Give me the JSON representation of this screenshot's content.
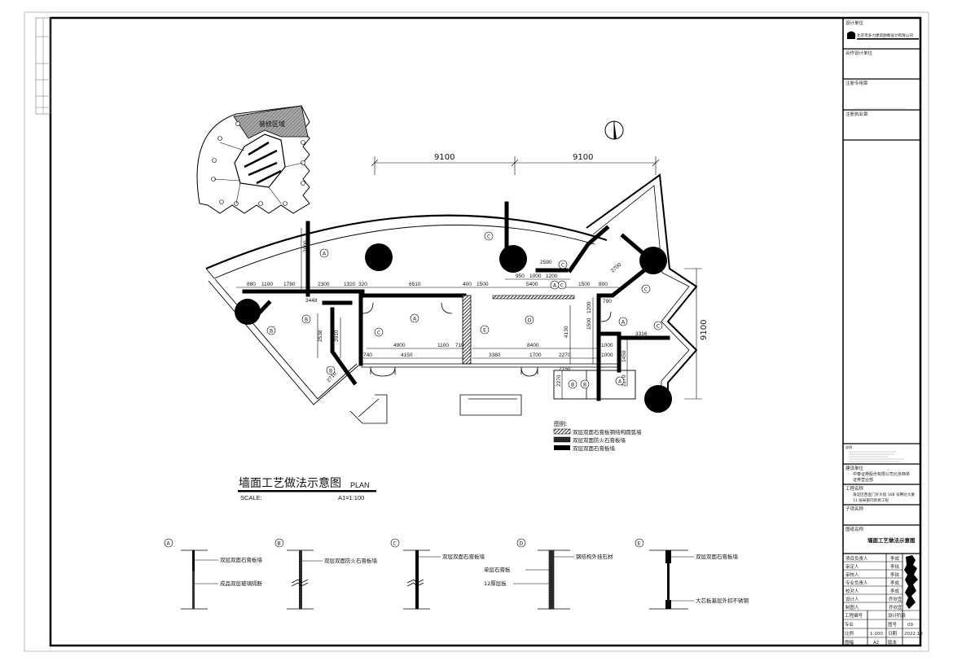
{
  "title_block": {
    "design_unit_label": "设计单位",
    "company_logo_text": "北京市多力建筑勘察设计有限公司",
    "coop_unit_label": "合作设计单位",
    "registered_seal_label": "注册专用章",
    "practice_seal_label": "注册执业章",
    "notes_label": "说明：",
    "client_label": "建设单位",
    "client_value_1": "中泰证券股份有限公司北京西单",
    "client_value_2": "证券营业部",
    "project_label": "工程名称",
    "project_value_1": "海淀区西直门外大街 168 号腾达大厦",
    "project_value_2": "11 层局部内装修工程",
    "subproject_label": "子项名称",
    "drawing_name_label": "图纸名称",
    "drawing_name_value": "墙面工艺做法示意图",
    "people": [
      {
        "role": "项目负责人",
        "name": "李成"
      },
      {
        "role": "审定人",
        "name": "李铉"
      },
      {
        "role": "审核人",
        "name": "李铉"
      },
      {
        "role": "专业负责人",
        "name": "李成"
      },
      {
        "role": "校对人",
        "name": "李成"
      },
      {
        "role": "设计人",
        "name": "乔欣宜"
      },
      {
        "role": "制图人",
        "name": "乔欣宜"
      }
    ],
    "meta": {
      "project_no_label": "工程编号",
      "stage_label": "设计阶段",
      "discipline_label": "专业",
      "drawing_no_label": "图号",
      "drawing_no": "09",
      "scale_label": "比例",
      "scale": "1:100",
      "date_label": "日期",
      "date": "2022.10",
      "size_label": "图幅",
      "size": "A2",
      "version_label": "版本"
    }
  },
  "key_plan": {
    "zone_label": "装修区域"
  },
  "plan": {
    "top_dims": [
      "9100",
      "9100"
    ],
    "right_dim": "9100",
    "dimensions": [
      "880",
      "1100",
      "1780",
      "2300",
      "1320",
      "320",
      "6510",
      "400",
      "1500",
      "5400",
      "1500",
      "800",
      "950",
      "1000",
      "1200",
      "2590",
      "3448",
      "4900",
      "1100",
      "710",
      "740",
      "4150",
      "8400",
      "3380",
      "1700",
      "2270",
      "2150",
      "3316",
      "4130",
      "1500",
      "1200",
      "2270",
      "2270",
      "1450",
      "2000",
      "2538",
      "2010",
      "2710",
      "790",
      "2700",
      "1000",
      "1000"
    ],
    "wall_tags": [
      "A",
      "C",
      "C",
      "B",
      "B",
      "B",
      "C",
      "A",
      "D",
      "E",
      "A",
      "C",
      "C",
      "A",
      "A",
      "B",
      "B",
      "C"
    ]
  },
  "legend": {
    "title": "图例:",
    "items": [
      "双层双面石膏板钢结构圆弧墙",
      "双层双面防火石膏板墙",
      "双层双面石膏板墙"
    ]
  },
  "drawing_title": {
    "cn": "墙面工艺做法示意图",
    "en": "PLAN",
    "scale_label": "SCALE:",
    "scale_value": "A1=1:100"
  },
  "details": [
    {
      "tag": "A",
      "notes": [
        "双层双面石膏板墙",
        "成品双层玻璃隔断"
      ]
    },
    {
      "tag": "B",
      "notes": [
        "双层双面防火石膏板墙"
      ]
    },
    {
      "tag": "C",
      "notes": [
        "双层双面石膏板墙"
      ]
    },
    {
      "tag": "D",
      "notes": [
        "钢结构外挂石材",
        "单层石膏板",
        "12厚层板"
      ]
    },
    {
      "tag": "E",
      "notes": [
        "双层双面石膏板墙",
        "大芯板基层外扣不锈钢"
      ]
    }
  ]
}
